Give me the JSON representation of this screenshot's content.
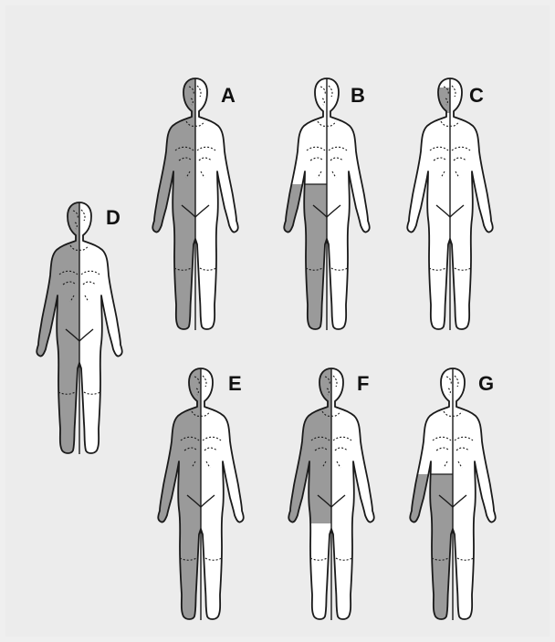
{
  "colors": {
    "background": "#efefef",
    "body_fill": "#ffffff",
    "shaded_fill": "#9a9a9a",
    "outline": "#1a1a1a"
  },
  "figures": [
    {
      "letter": "A",
      "shading": "left-half-full"
    },
    {
      "letter": "B",
      "shading": "left-half-below-waist"
    },
    {
      "letter": "C",
      "shading": "left-face"
    },
    {
      "letter": "D",
      "shading": "left-half-full"
    },
    {
      "letter": "E",
      "shading": "left-half-full"
    },
    {
      "letter": "F",
      "shading": "left-half-upper"
    },
    {
      "letter": "G",
      "shading": "left-half-below-waist"
    }
  ]
}
